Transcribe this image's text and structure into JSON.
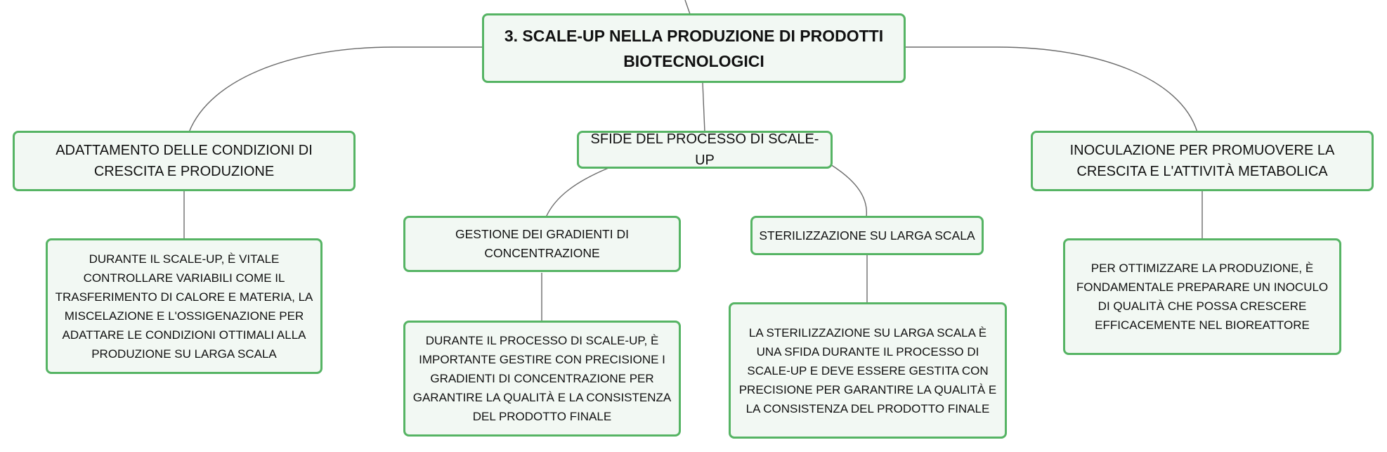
{
  "colors": {
    "node_border": "#56b464",
    "node_fill": "#f2f8f3",
    "edge": "#6b6b6b"
  },
  "root": {
    "title": "3. SCALE-UP NELLA PRODUZIONE DI PRODOTTI BIOTECNOLOGICI"
  },
  "branches": {
    "adattamento": {
      "label": "ADATTAMENTO DELLE CONDIZIONI DI CRESCITA E PRODUZIONE",
      "detail": "DURANTE IL SCALE-UP, È VITALE CONTROLLARE VARIABILI COME IL TRASFERIMENTO DI CALORE E MATERIA, LA MISCELAZIONE E L'OSSIGENAZIONE PER ADATTARE LE CONDIZIONI OTTIMALI ALLA PRODUZIONE SU LARGA SCALA"
    },
    "sfide": {
      "label": "SFIDE DEL PROCESSO DI SCALE-UP",
      "gradienti": {
        "label": "GESTIONE DEI GRADIENTI DI CONCENTRAZIONE",
        "detail": "DURANTE IL PROCESSO DI SCALE-UP, È IMPORTANTE GESTIRE CON PRECISIONE I GRADIENTI DI CONCENTRAZIONE PER GARANTIRE LA QUALITÀ E LA CONSISTENZA DEL PRODOTTO FINALE"
      },
      "sterilizzazione": {
        "label": "STERILIZZAZIONE SU LARGA SCALA",
        "detail": "LA STERILIZZAZIONE SU LARGA SCALA È UNA SFIDA DURANTE IL PROCESSO DI SCALE-UP E DEVE ESSERE GESTITA CON PRECISIONE PER GARANTIRE LA QUALITÀ E LA CONSISTENZA DEL PRODOTTO FINALE"
      }
    },
    "inoculazione": {
      "label": "INOCULAZIONE PER PROMUOVERE LA CRESCITA E L'ATTIVITÀ METABOLICA",
      "detail": "PER OTTIMIZZARE LA PRODUZIONE, È FONDAMENTALE PREPARARE UN INOCULO DI QUALITÀ CHE POSSA CRESCERE EFFICACEMENTE NEL BIOREATTORE"
    }
  }
}
